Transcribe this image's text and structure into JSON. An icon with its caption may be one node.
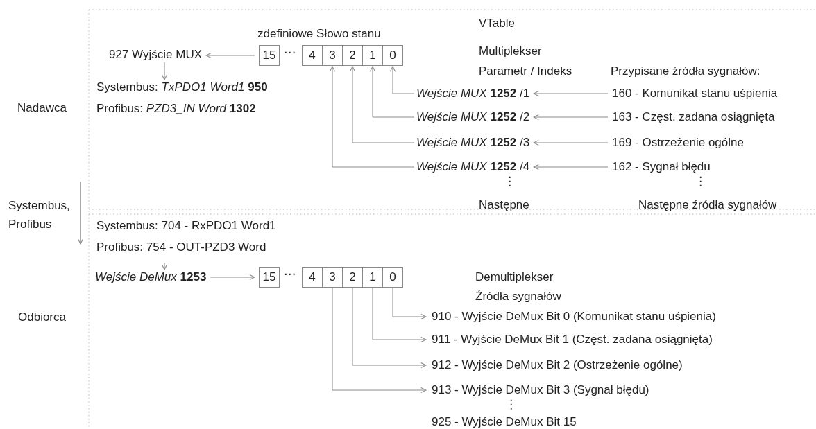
{
  "diagram": {
    "nodes": [
      {
        "text": [
          "927 Wyjście MUX"
        ]
      },
      {
        "text": [
          "Systembus: *TxPDO1 Word1* **950**",
          "Profibus: *PZD3_IN Word* **1302**"
        ]
      },
      {
        "text": [
          "15"
        ]
      },
      {
        "text": [
          "4"
        ]
      },
      {
        "text": [
          "3"
        ]
      },
      {
        "text": [
          "2"
        ]
      },
      {
        "text": [
          "1"
        ]
      },
      {
        "text": [
          "0"
        ]
      },
      {
        "text": [
          "*Wejście MUX* **1252** /1"
        ]
      },
      {
        "text": [
          "*Wejście MUX* **1252** /2"
        ]
      },
      {
        "text": [
          "*Wejście MUX* **1252** /3"
        ]
      },
      {
        "text": [
          "*Wejście MUX* **1252** /4"
        ]
      },
      {
        "text": [
          "160 - Komunikat stanu uśpienia"
        ]
      },
      {
        "text": [
          "163 - Częst. zadana osiągnięta"
        ]
      },
      {
        "text": [
          "169 - Ostrzeżenie ogólne"
        ]
      },
      {
        "text": [
          "162 - Sygnał błędu"
        ]
      },
      {
        "text": [
          "Systembus: 704 - RxPDO1 Word1",
          "Profibus: 754 - OUT-PZD3 Word"
        ]
      },
      {
        "text": [
          "*Wejście DeMux* **1253**"
        ]
      },
      {
        "text": [
          "15"
        ]
      },
      {
        "text": [
          "4"
        ]
      },
      {
        "text": [
          "3"
        ]
      },
      {
        "text": [
          "2"
        ]
      },
      {
        "text": [
          "1"
        ]
      },
      {
        "text": [
          "0"
        ]
      },
      {
        "text": [
          "910 - Wyjście DeMux Bit 0 (Komunikat stanu uśpienia)"
        ]
      },
      {
        "text": [
          "911 - Wyjście DeMux Bit 1 (Częst. zadana osiągnięta)"
        ]
      },
      {
        "text": [
          "912 - Wyjście DeMux Bit 2 (Ostrzeżenie ogólne)"
        ]
      },
      {
        "text": [
          "913 - Wyjście DeMux Bit 3 (Sygnał błędu)"
        ]
      }
    ],
    "edges": [
      {
        "from": 2,
        "to": 0,
        "arrow": "to"
      },
      {
        "from": 0,
        "to": 1,
        "arrow": "to"
      },
      {
        "from": 8,
        "to": 7,
        "arrow": "to"
      },
      {
        "from": 9,
        "to": 6,
        "arrow": "to"
      },
      {
        "from": 10,
        "to": 5,
        "arrow": "to"
      },
      {
        "from": 11,
        "to": 4,
        "arrow": "to"
      },
      {
        "from": 12,
        "to": 8,
        "arrow": "to"
      },
      {
        "from": 13,
        "to": 9,
        "arrow": "to"
      },
      {
        "from": 14,
        "to": 10,
        "arrow": "to"
      },
      {
        "from": 15,
        "to": 11,
        "arrow": "to"
      },
      {
        "from": 16,
        "to": 17,
        "arrow": "to"
      },
      {
        "from": 17,
        "to": 18,
        "arrow": "to"
      },
      {
        "from": 23,
        "to": 24,
        "arrow": "to"
      },
      {
        "from": 22,
        "to": 25,
        "arrow": "to"
      },
      {
        "from": 21,
        "to": 26,
        "arrow": "to"
      },
      {
        "from": 20,
        "to": 27,
        "arrow": "to"
      }
    ],
    "labels": [
      "zdefiniowe Słowo stanu",
      "VTable",
      "Multiplekser",
      "Parametr / Indeks",
      "Przypisane źródła sygnałów:",
      "Nadawca",
      "⋯",
      "⋮",
      "⋮",
      "Następne",
      "Następne źródła sygnałów",
      "Systembus, Profibus",
      "⋯",
      "Demultiplekser",
      "Źródła sygnałów",
      "Odbiorca",
      "⋮",
      "925 - Wyjście DeMux Bit 15"
    ]
  }
}
